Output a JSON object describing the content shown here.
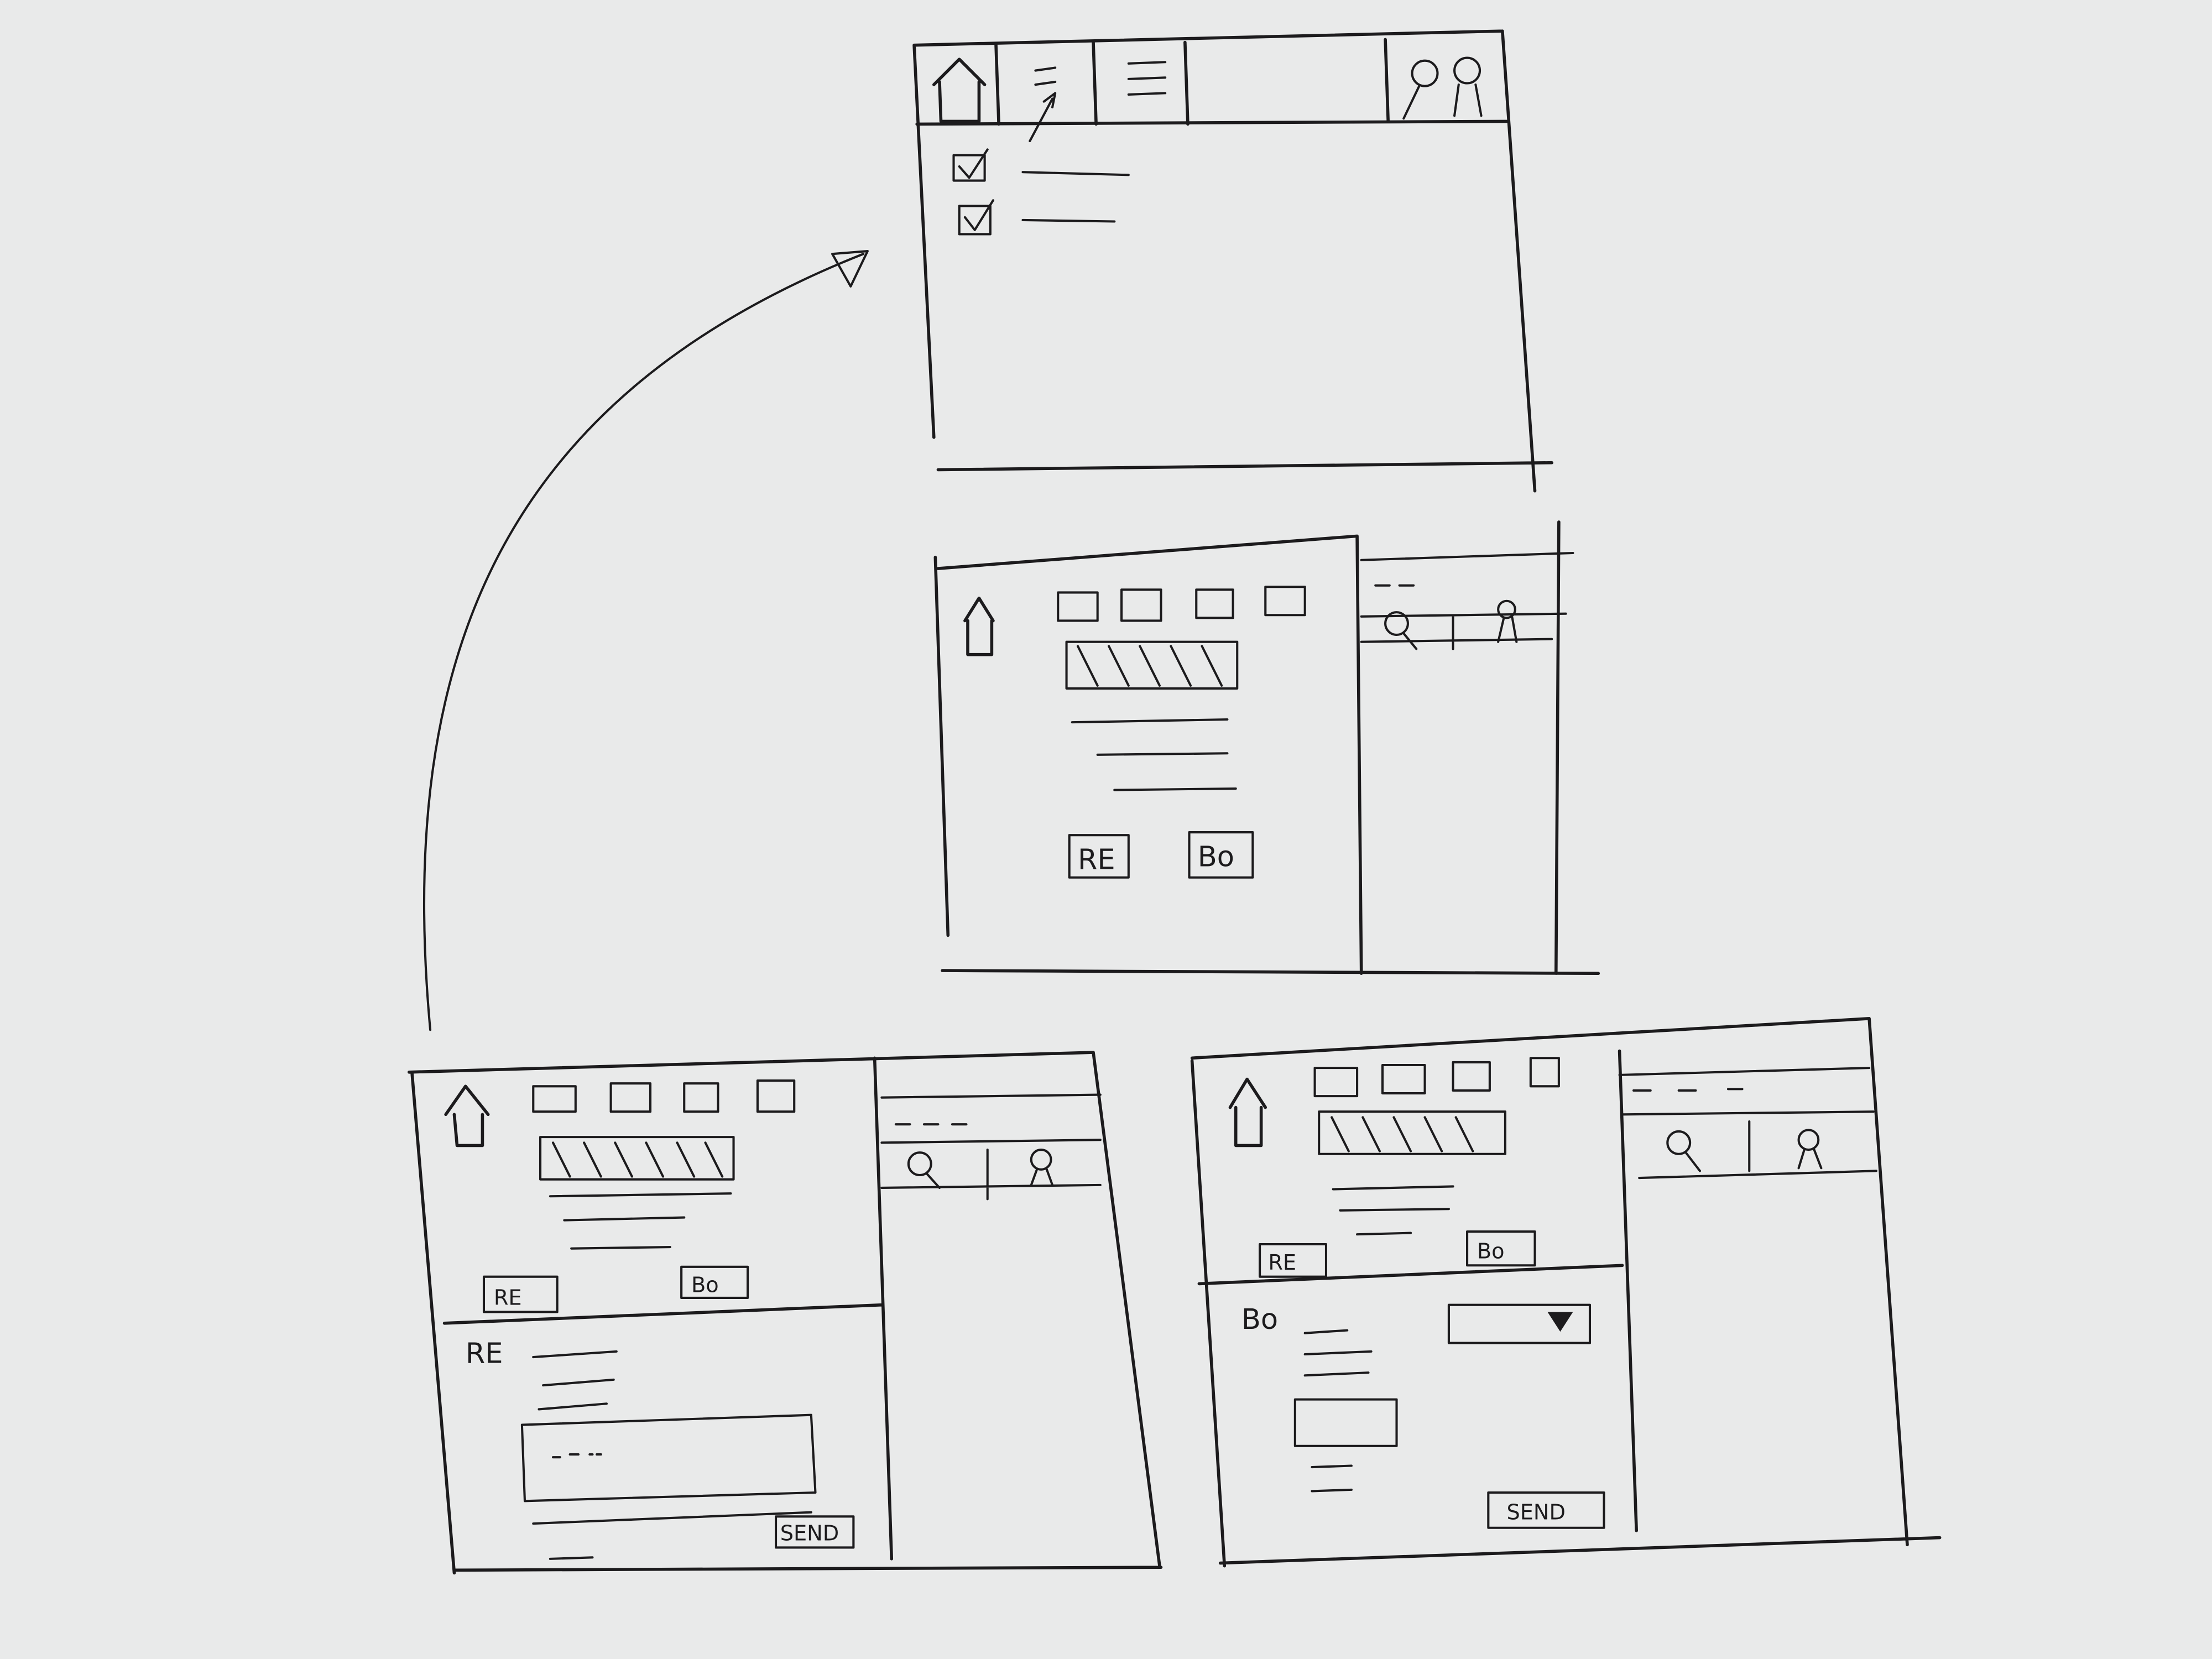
{
  "colors": {
    "paper": "#e9eaea",
    "ink": "#1c1b1d"
  },
  "icons": [
    "home-icon",
    "search-icon",
    "person-icon",
    "checkbox-icon",
    "dropdown-triangle-icon",
    "arrow-icon"
  ],
  "screen_list": {
    "checked_items": 2
  },
  "screen_detail": {
    "buttons": {
      "re": "RE",
      "bo": "Bo"
    }
  },
  "screen_re": {
    "buttons": {
      "re": "RE",
      "bo": "Bo"
    },
    "form_title": "RE",
    "send": "SEND"
  },
  "screen_bo": {
    "buttons": {
      "re": "RE",
      "bo": "Bo"
    },
    "form_title": "Bo",
    "send": "SEND"
  }
}
